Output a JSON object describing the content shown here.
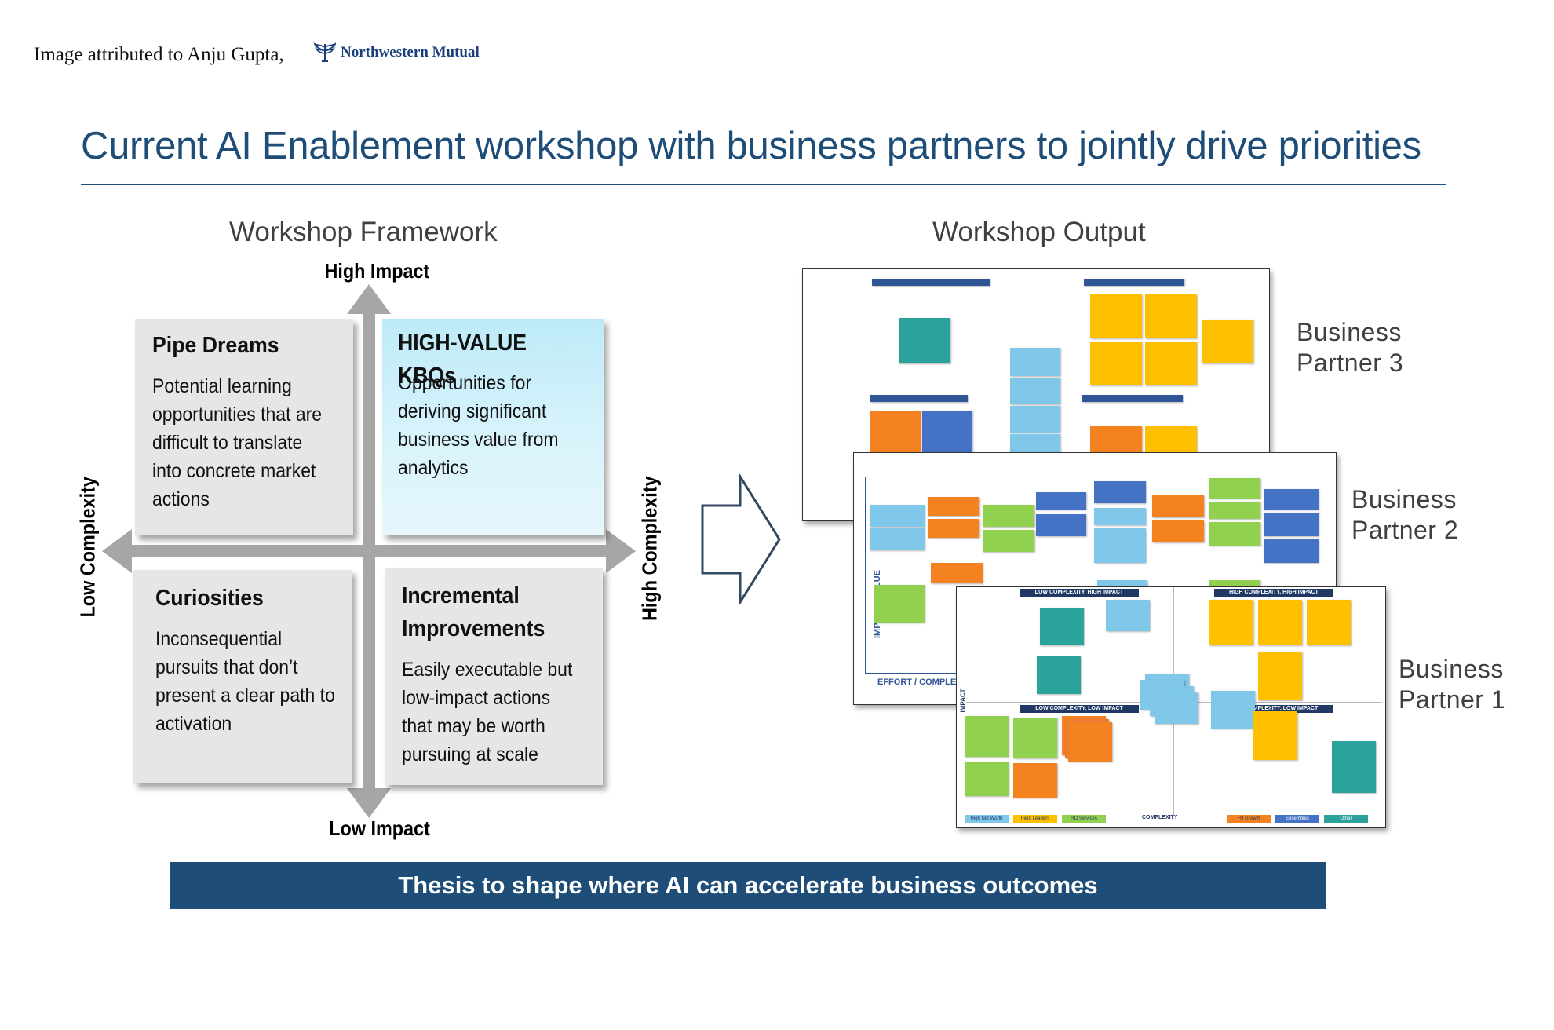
{
  "attribution": {
    "text": "Image attributed to Anju Gupta,",
    "logo_text": "Northwestern Mutual",
    "logo_icon": "eagle-icon"
  },
  "title": "Current AI Enablement workshop with business partners to jointly drive priorities",
  "framework": {
    "heading": "Workshop Framework",
    "axis": {
      "top": "High Impact",
      "bottom": "Low Impact",
      "left": "Low Complexity",
      "right": "High Complexity"
    },
    "quadrants": [
      {
        "id": "pipe-dreams",
        "title": "Pipe Dreams",
        "body": [
          "Potential learning",
          "opportunities that are",
          "difficult to translate",
          "into concrete market",
          "actions"
        ]
      },
      {
        "id": "high-value",
        "title": "HIGH-VALUE KBQs",
        "body": [
          "Opportunities for",
          "deriving significant",
          "business value from",
          "analytics"
        ]
      },
      {
        "id": "curiosities",
        "title": "Curiosities",
        "body": [
          "Inconsequential",
          "pursuits that don’t",
          "present a clear path to",
          "activation"
        ]
      },
      {
        "id": "incremental",
        "title_lines": [
          "Incremental",
          "Improvements"
        ],
        "body": [
          "Easily executable but",
          "low-impact actions",
          "that may be worth",
          "pursuing at scale"
        ]
      }
    ]
  },
  "output": {
    "heading": "Workshop Output",
    "partners": [
      {
        "lines": [
          "Business",
          "Partner 3"
        ]
      },
      {
        "lines": [
          "Business",
          "Partner 2"
        ]
      },
      {
        "lines": [
          "Business",
          "Partner 1"
        ]
      }
    ],
    "board1": {
      "headers": [
        "LOW COMPLEXITY, HIGH IMPACT",
        "HIGH COMPLEXITY, HIGH IMPACT",
        "LOW COMPLEXITY, LOW IMPACT",
        "HIGH COMPLEXITY, LOW IMPACT"
      ],
      "x_axis": "COMPLEXITY",
      "y_axis": "IMPACT",
      "legend": [
        "High Net Worth",
        "Field Leaders",
        "HO Services",
        "FR Growth",
        "Ensembles",
        "Other"
      ]
    },
    "board2": {
      "x_axis": "EFFORT / COMPLEXITY",
      "y_axis": "IMPACT / VALUE"
    }
  },
  "colors": {
    "navy": "#1e4d78",
    "orange": "#f58220",
    "yellow": "#ffc000",
    "teal": "#2ba39c",
    "blue": "#4472c4",
    "light_blue": "#7fc8ea",
    "green": "#92d050"
  },
  "thesis": "Thesis to shape where AI can accelerate business outcomes"
}
